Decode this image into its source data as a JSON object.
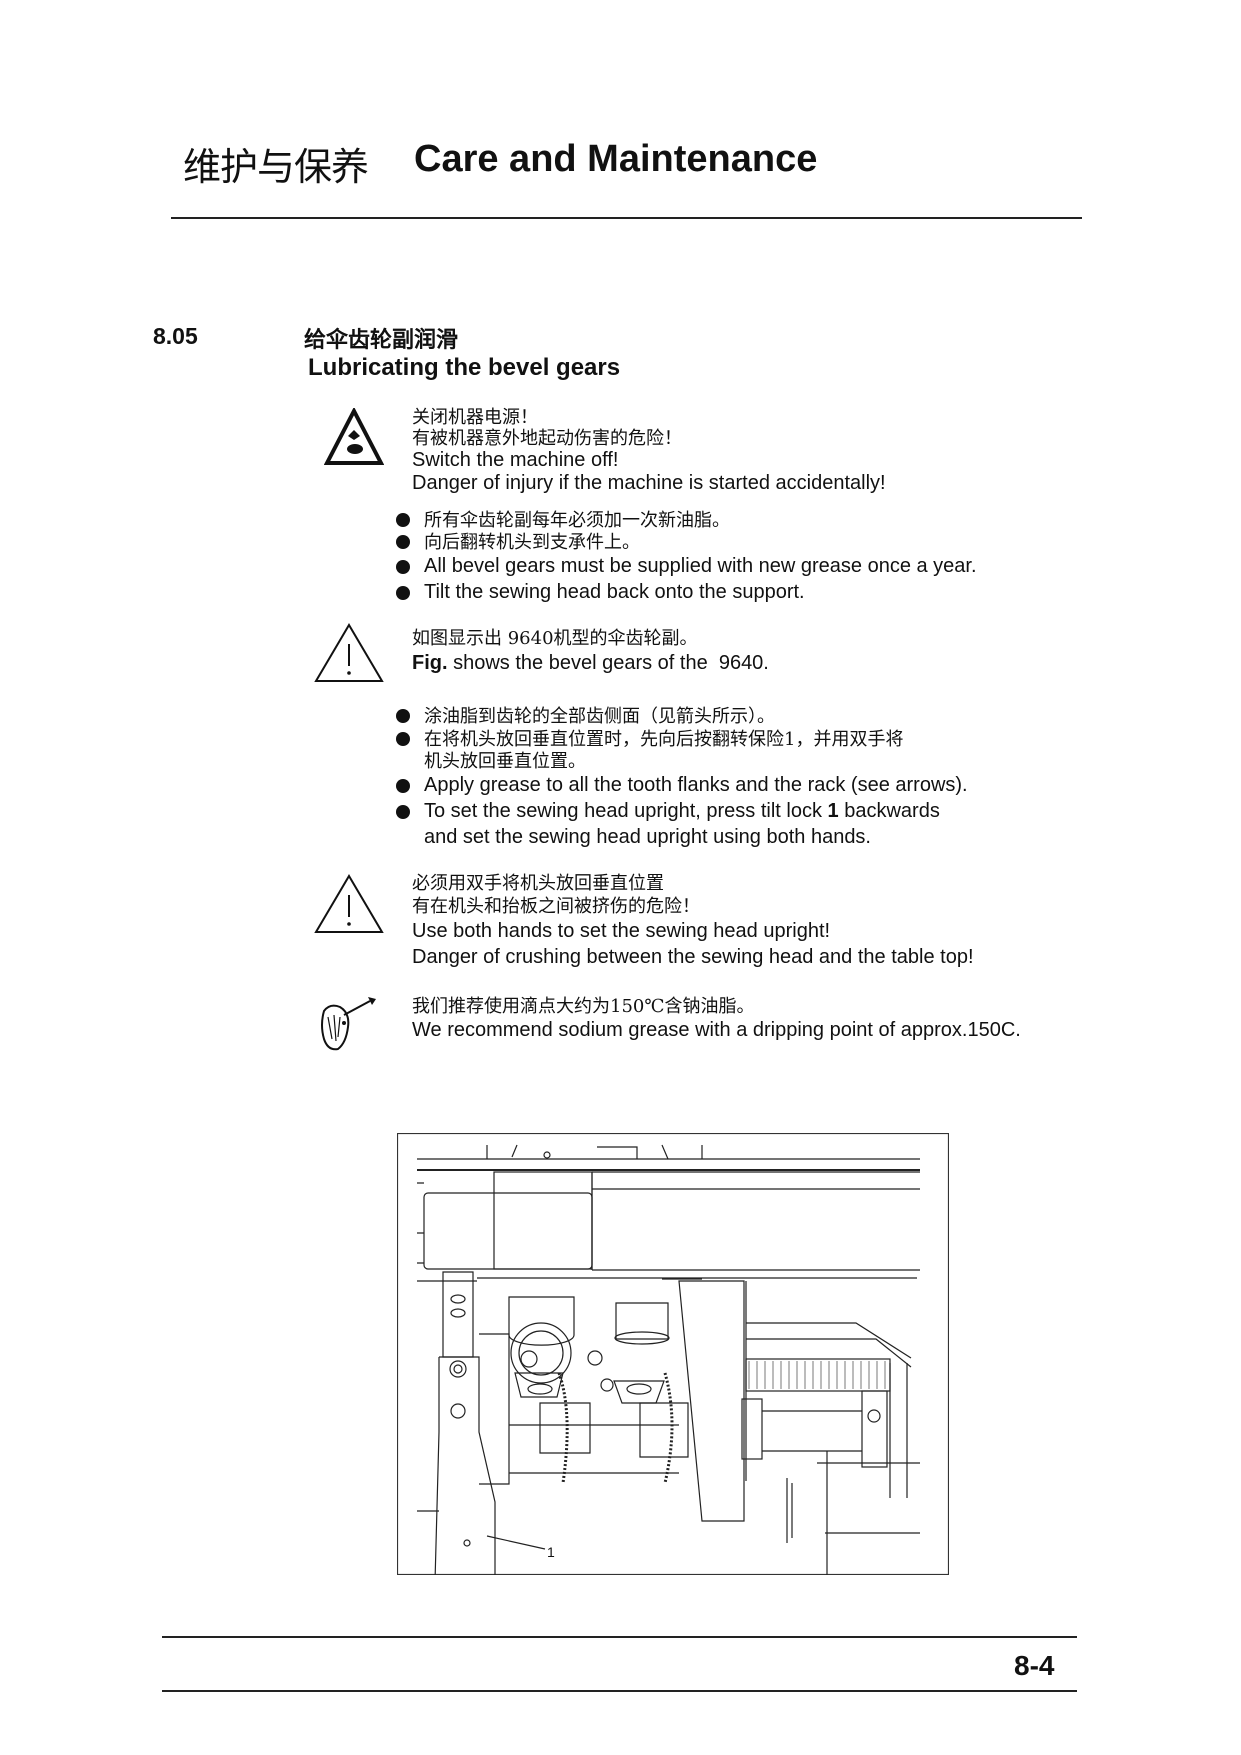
{
  "header": {
    "title_cn": "维护与保养",
    "title_en": "Care and Maintenance"
  },
  "section": {
    "number": "8.05",
    "title_cn": "给伞齿轮副润滑",
    "title_en": "Lubricating the bevel gears"
  },
  "warning1": {
    "icon": "machine-danger-icon",
    "lines": [
      "关闭机器电源！",
      "有被机器意外地起动伤害的危险！",
      "Switch the machine off!",
      "Danger of injury if the machine is started accidentally!"
    ]
  },
  "bullets1": [
    "所有伞齿轮副每年必须加一次新油脂。",
    "向后翻转机头到支承件上。",
    "All bevel gears must be supplied with new grease once a year.",
    "Tilt the sewing head back onto the support."
  ],
  "note1": {
    "icon": "warning-triangle-icon",
    "cn": "如图显示出 9640机型的伞齿轮副。",
    "fig_label": "Fig.",
    "en": " shows the bevel gears of the  9640."
  },
  "bullets2": {
    "cn1": "涂油脂到齿轮的全部齿侧面（见箭头所示）。",
    "cn2a": "在将机头放回垂直位置时，先向后按翻转保险1，并用双手将",
    "cn2b": "机头放回垂直位置。",
    "en1": "Apply grease to all the tooth flanks and the rack (see arrows).",
    "en2a_pre": "To set the sewing head upright, press tilt lock ",
    "en2a_bold": "1",
    "en2a_post": " backwards",
    "en2b": "and set the sewing head upright using both hands."
  },
  "warning2": {
    "icon": "warning-triangle-icon",
    "lines": [
      "必须用双手将机头放回垂直位置",
      "有在机头和抬板之间被挤伤的危险！",
      "Use both hands to set the sewing head upright!",
      "Danger of crushing between the sewing head and the table top!"
    ]
  },
  "tip": {
    "icon": "grease-gun-icon",
    "lines": [
      "我们推荐使用滴点大约为150℃含钠油脂。",
      "We recommend sodium grease with a dripping point of approx.150C."
    ]
  },
  "figure": {
    "callout": "1"
  },
  "footer": {
    "page": "8-4"
  }
}
